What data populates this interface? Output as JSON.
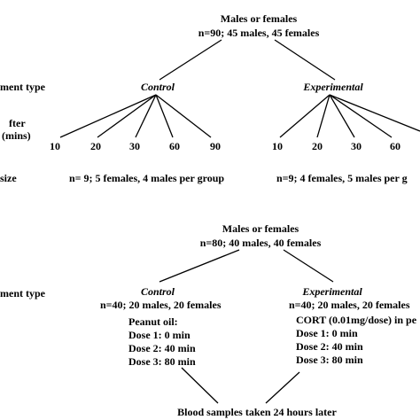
{
  "diagram_a": {
    "root_title": "Males or females",
    "root_sub": "n=90; 45 males, 45 females",
    "row_labels": {
      "treatment": "ment type",
      "time_1": "fter",
      "time_2": "(mins)",
      "size": "size"
    },
    "control": "Control",
    "experimental": "Experimental",
    "control_times": [
      "10",
      "20",
      "30",
      "60",
      "90"
    ],
    "experimental_times": [
      "10",
      "20",
      "30",
      "60"
    ],
    "control_n": "n= 9; 5 females, 4 males per group",
    "experimental_n": "n=9; 4 females, 5 males per g"
  },
  "diagram_b": {
    "root_title": "Males or females",
    "root_sub": "n=80; 40 males, 40 females",
    "row_label": "ment type",
    "control": "Control",
    "control_n": "n=40; 20 males, 20 females",
    "control_drug": "Peanut oil:",
    "control_doses": [
      "Dose 1: 0 min",
      "Dose 2: 40 min",
      "Dose 3: 80 min"
    ],
    "experimental": "Experimental",
    "experimental_n": "n=40; 20 males, 20 females",
    "experimental_drug": "CORT (0.01mg/dose) in pe",
    "experimental_doses": [
      "Dose 1: 0 min",
      "Dose 2: 40 min",
      "Dose 3: 80 min"
    ],
    "footer": "Blood samples taken 24 hours later"
  },
  "colors": {
    "line": "#000000",
    "text": "#000000",
    "background": "#ffffff"
  }
}
